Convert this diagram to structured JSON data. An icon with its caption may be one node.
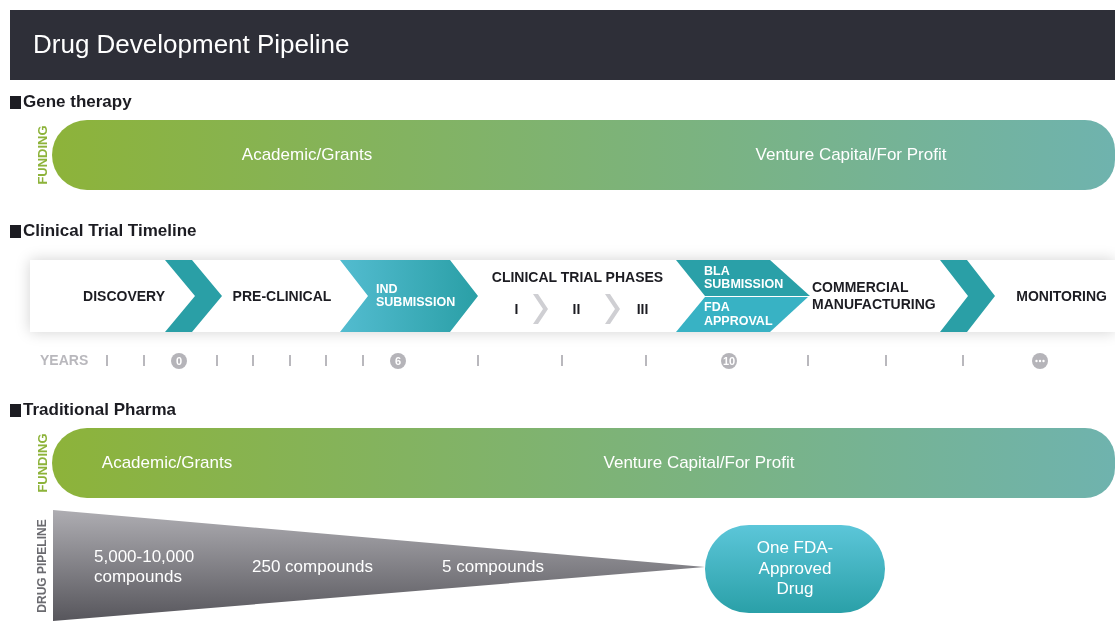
{
  "diagram": {
    "title": "Drug Development Pipeline",
    "nodes": [
      {
        "text": [
          "Academic/Grants",
          "Venture Capital/For Profit"
        ],
        "beside": [
          "FUNDING"
        ]
      },
      {
        "text": [
          "DISCOVERY"
        ]
      },
      {
        "text": [
          "PRE-CLINICAL"
        ]
      },
      {
        "text": [
          "IND SUBMISSION"
        ]
      },
      {
        "text": [
          "CLINICAL TRIAL PHASES"
        ]
      },
      {
        "text": [
          "I"
        ],
        "in": 4
      },
      {
        "text": [
          "II"
        ],
        "in": 4
      },
      {
        "text": [
          "III"
        ],
        "in": 4
      },
      {
        "text": [
          "BLA SUBMISSION"
        ]
      },
      {
        "text": [
          "FDA APPROVAL"
        ]
      },
      {
        "text": [
          "COMMERCIAL MANUFACTURING"
        ]
      },
      {
        "text": [
          "MONITORING"
        ]
      },
      {
        "text": [
          "Academic/Grants",
          "Venture Capital/For Profit"
        ],
        "beside": [
          "FUNDING"
        ]
      },
      {
        "text": [
          "5,000-10,000 compounds",
          "250 compounds",
          "5 compounds"
        ],
        "beside": [
          "DRUG PIPELINE"
        ]
      },
      {
        "text": [
          "One FDA-Approved Drug"
        ]
      }
    ],
    "edges": [
      {
        "from": 1,
        "to": 2,
        "arrow": "to",
        "style": "thick"
      },
      {
        "from": 5,
        "to": 6,
        "arrow": "to",
        "color": "#cfcfd3"
      },
      {
        "from": 6,
        "to": 7,
        "arrow": "to",
        "color": "#cfcfd3"
      },
      {
        "from": 10,
        "to": 11,
        "arrow": "to",
        "style": "thick"
      }
    ],
    "labels": [
      "Gene therapy",
      "Clinical Trial Timeline",
      "YEARS",
      "0",
      "6",
      "10",
      "Traditional Pharma"
    ]
  }
}
